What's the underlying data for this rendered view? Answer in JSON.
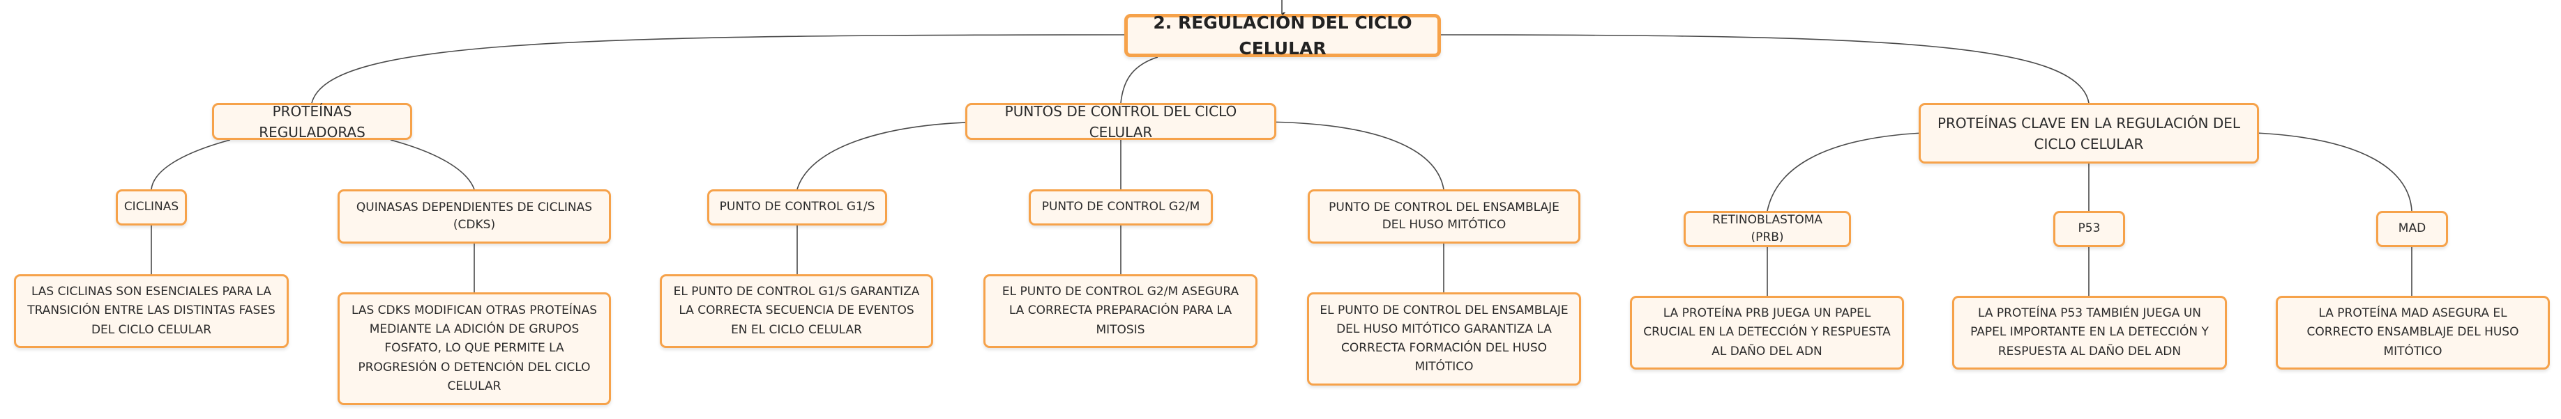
{
  "root": "2. REGULACIÓN DEL CICLO CELULAR",
  "branches": [
    {
      "label": "PROTEÍNAS REGULADORAS",
      "children": [
        {
          "label": "CICLINAS",
          "detail": "LAS CICLINAS SON ESENCIALES PARA LA TRANSICIÓN ENTRE LAS DISTINTAS FASES DEL CICLO CELULAR"
        },
        {
          "label": "QUINASAS DEPENDIENTES DE CICLINAS (CDKS)",
          "detail": "LAS CDKS MODIFICAN OTRAS PROTEÍNAS MEDIANTE LA ADICIÓN DE GRUPOS FOSFATO, LO QUE PERMITE LA PROGRESIÓN O DETENCIÓN DEL CICLO CELULAR"
        }
      ]
    },
    {
      "label": "PUNTOS DE CONTROL DEL CICLO CELULAR",
      "children": [
        {
          "label": "PUNTO DE CONTROL G1/S",
          "detail": "EL PUNTO DE CONTROL G1/S GARANTIZA LA CORRECTA SECUENCIA DE EVENTOS EN EL CICLO CELULAR"
        },
        {
          "label": "PUNTO DE CONTROL G2/M",
          "detail": "EL PUNTO DE CONTROL G2/M ASEGURA LA CORRECTA PREPARACIÓN PARA LA MITOSIS"
        },
        {
          "label": "PUNTO DE CONTROL DEL ENSAMBLAJE DEL HUSO MITÓTICO",
          "detail": "EL PUNTO DE CONTROL DEL ENSAMBLAJE DEL HUSO MITÓTICO GARANTIZA LA CORRECTA FORMACIÓN DEL HUSO MITÓTICO"
        }
      ]
    },
    {
      "label": "PROTEÍNAS CLAVE EN LA REGULACIÓN DEL CICLO CELULAR",
      "children": [
        {
          "label": "RETINOBLASTOMA (PRB)",
          "detail": "LA PROTEÍNA PRB JUEGA UN PAPEL CRUCIAL EN LA DETECCIÓN Y RESPUESTA AL DAÑO DEL ADN"
        },
        {
          "label": "P53",
          "detail": "LA PROTEÍNA P53 TAMBIÉN JUEGA UN PAPEL IMPORTANTE EN LA DETECCIÓN Y RESPUESTA AL DAÑO DEL ADN"
        },
        {
          "label": "MAD",
          "detail": "LA PROTEÍNA MAD ASEGURA EL CORRECTO ENSAMBLAJE DEL HUSO MITÓTICO"
        }
      ]
    }
  ],
  "colors": {
    "border": "#f6a24a",
    "fill": "#fff7ee",
    "connector": "#4a4a4a",
    "text": "#2b2b2b"
  }
}
